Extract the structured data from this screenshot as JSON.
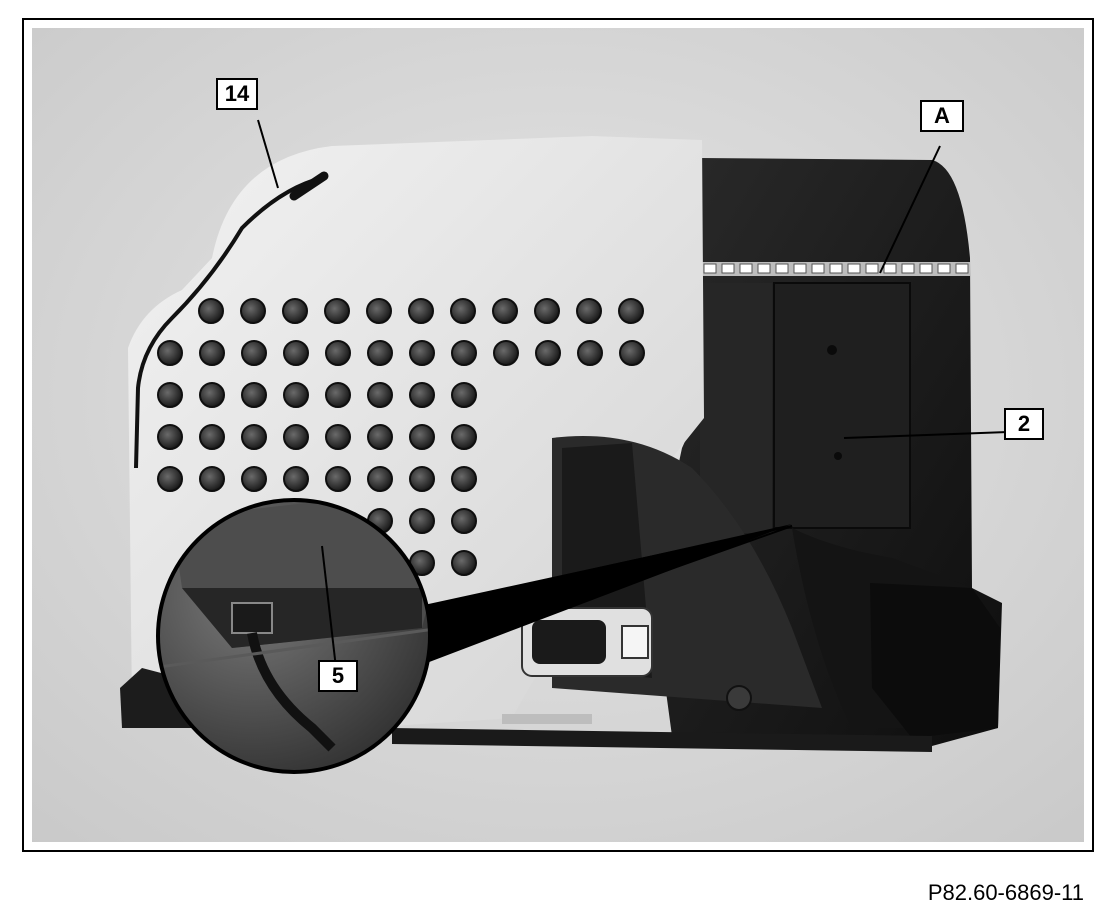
{
  "figure": {
    "callouts": {
      "label_14": "14",
      "label_A": "A",
      "label_2": "2",
      "label_5": "5"
    },
    "reference_code": "P82.60-6869-11"
  }
}
